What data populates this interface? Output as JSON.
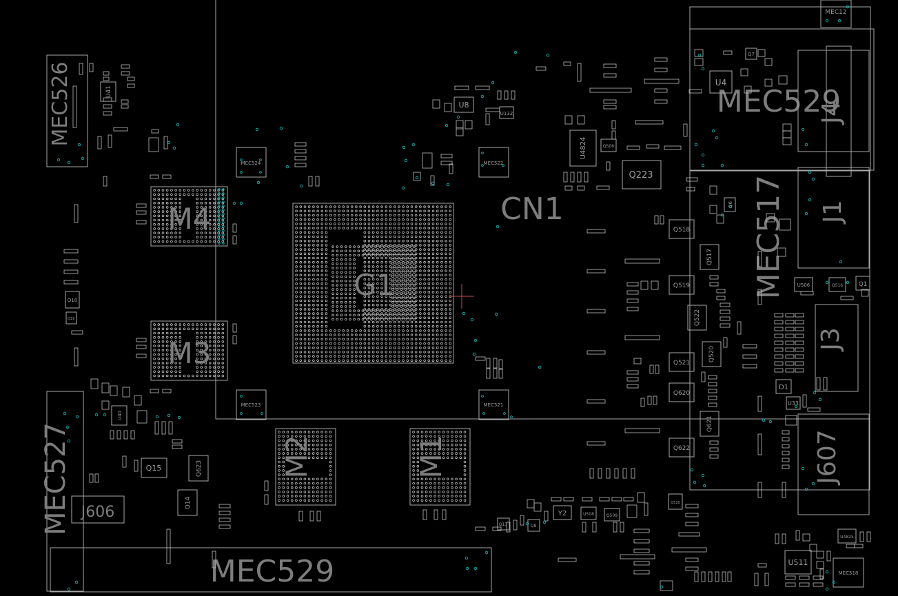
{
  "colors": {
    "background": "#000000",
    "outline": "#a8a8a8",
    "label": "#7d7d7d",
    "via": "#17c1c1",
    "cursor": "#c05050"
  },
  "labels": {
    "g1": "G1",
    "cn1": "CN1",
    "m1": "M1",
    "m2": "M2",
    "m3": "M3",
    "m4": "M4",
    "mec526": "MEC526",
    "mec527": "MEC527",
    "mec529_bottom": "MEC529",
    "mec529_top": "MEC529",
    "mec517": "MEC517",
    "j1": "J1",
    "j3": "J3",
    "j4": "J4",
    "j606": "J606",
    "j607": "J607",
    "u41": "U41",
    "u8": "U8",
    "u4": "U4",
    "u4824": "U4824",
    "u511": "U511",
    "u40": "U40",
    "u506": "U506",
    "q223": "Q223",
    "q518": "Q518",
    "q517": "Q517",
    "q519": "Q519",
    "q522": "Q522",
    "q520": "Q520",
    "q521": "Q521",
    "q620": "Q620",
    "q621": "Q621",
    "q622": "Q622",
    "q15": "Q15",
    "q623": "Q623",
    "q14": "Q14",
    "q18": "Q18",
    "q19": "Q19",
    "q1": "Q1",
    "q7": "Q7",
    "q516": "Q516",
    "q6": "Q6",
    "d1": "D1",
    "u33": "U33",
    "y2": "Y2",
    "u132": "U132",
    "u506b": "U506",
    "q506": "Q506",
    "mec524": "MEC524",
    "mec522": "MEC522",
    "mec523": "MEC523",
    "mec521": "MEC521",
    "mec12": "MEC12",
    "mec518": "MEC518",
    "u4825": "U4825",
    "q509": "Q509",
    "u508": "U508",
    "q8": "Q8",
    "q13": "Q13",
    "q520b": "Q520"
  }
}
